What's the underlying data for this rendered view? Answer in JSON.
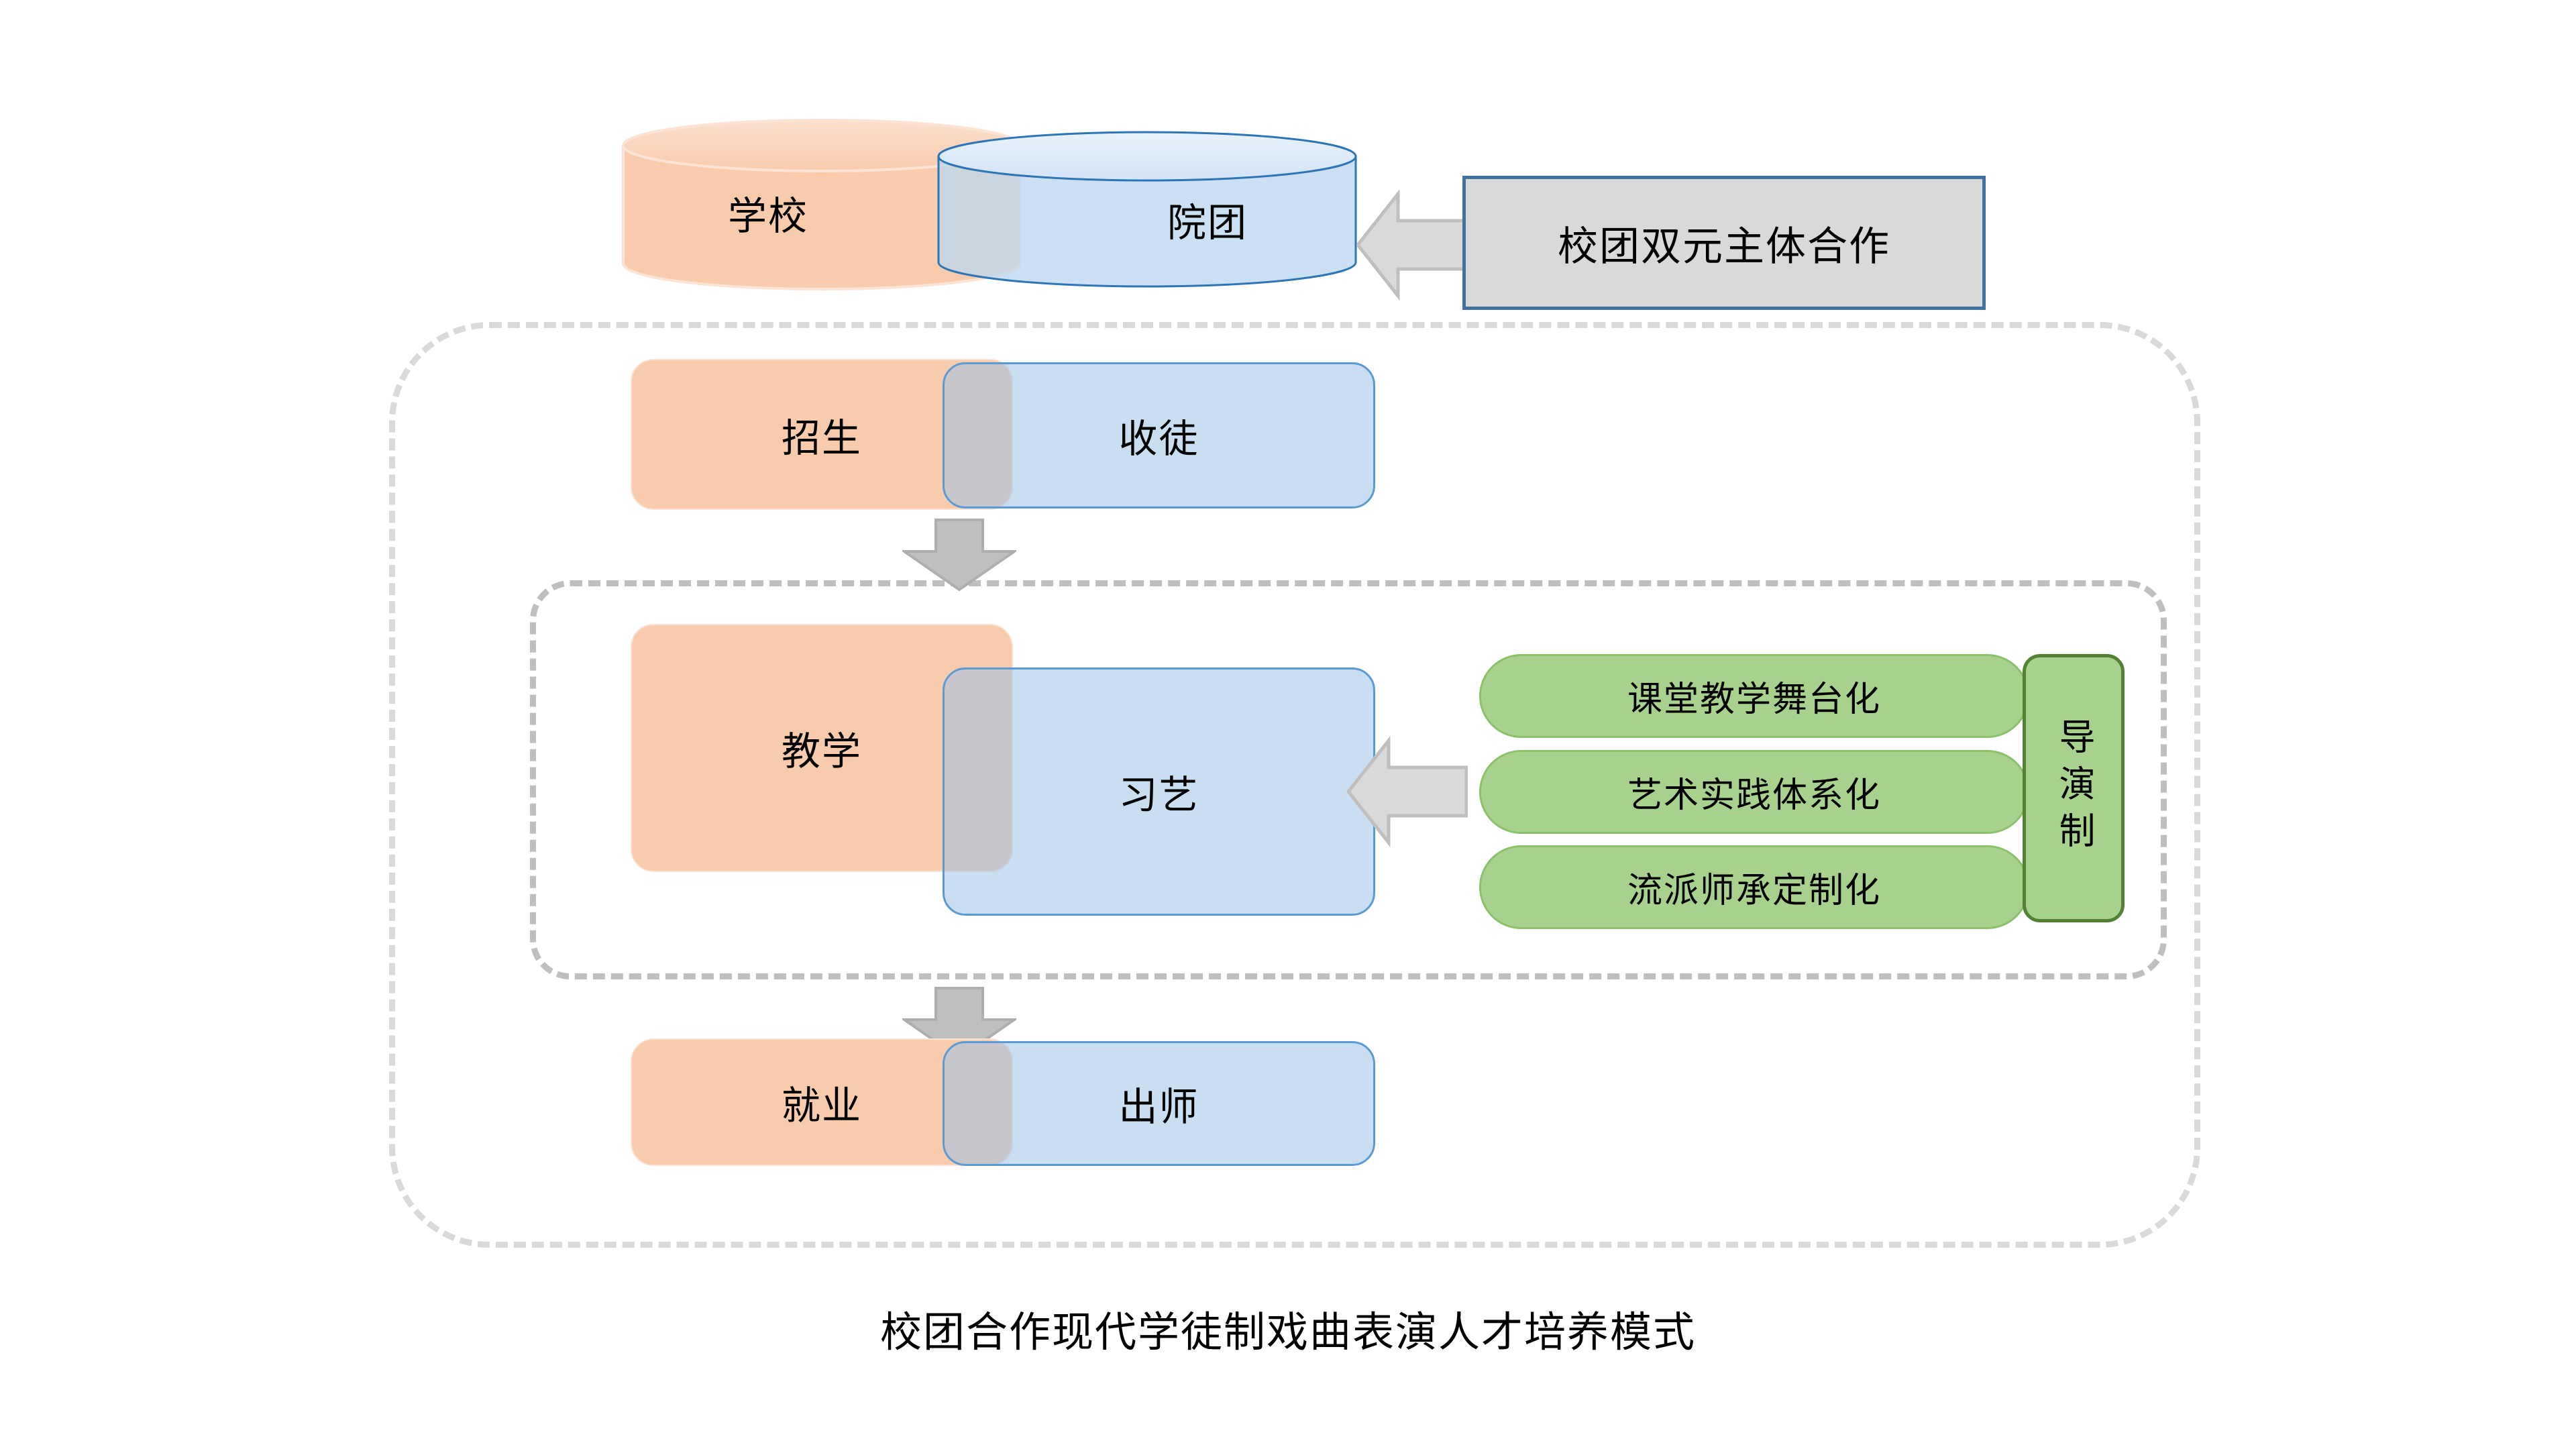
{
  "caption": "校团合作现代学徒制戏曲表演人才培养模式",
  "colors": {
    "orange_fill": "#F8CBAD",
    "orange_stroke": "#FBE2D5",
    "blue_fill": "#BDD7EE",
    "blue_stroke": "#5B9BD5",
    "overlap_fill": "#C3CFDE",
    "green_fill": "#A9D18E",
    "green_stroke": "#548235",
    "gray_fill": "#D9D9D9",
    "gray_arrow_fill": "#BFBFBF",
    "callout_border": "#41719C",
    "outer_dash": "#D9D9D9",
    "inner_dash": "#BFBFBF"
  },
  "rows": [
    {
      "id": "partners",
      "left_label": "学校",
      "right_label": "院团",
      "shape": "cylinder"
    },
    {
      "id": "admission",
      "left_label": "招生",
      "right_label": "收徒",
      "shape": "rounded-rect"
    },
    {
      "id": "teaching",
      "left_label": "教学",
      "right_label": "习艺",
      "shape": "rounded-rect"
    },
    {
      "id": "employment",
      "left_label": "就业",
      "right_label": "出师",
      "shape": "rounded-rect"
    }
  ],
  "callout": {
    "text": "校团双元主体合作",
    "arrow_direction": "left"
  },
  "measures": {
    "items": [
      {
        "label": "课堂教学舞台化"
      },
      {
        "label": "艺术实践体系化"
      },
      {
        "label": "流派师承定制化"
      }
    ],
    "side_label": "导演制",
    "arrow_direction": "left"
  },
  "flow_arrows": [
    {
      "id": "admission-to-teaching",
      "direction": "down"
    },
    {
      "id": "teaching-to-employment",
      "direction": "down"
    }
  ]
}
